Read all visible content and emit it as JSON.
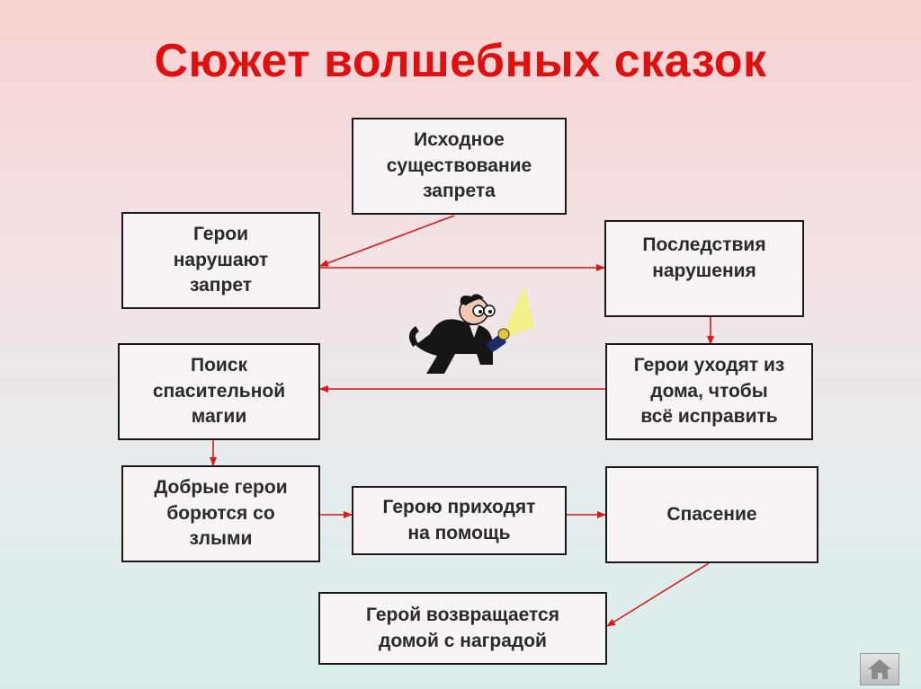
{
  "title": "Сюжет волшебных сказок",
  "boxes": {
    "initial_ban": "Исходное\nсуществование\nзапрета",
    "heroes_break_ban": "Герои\nнарушают\nзапрет",
    "consequences": "Последствия\nнарушения",
    "search_magic": "Поиск\nспасительной\nмагии",
    "heroes_leave_home": "Герои уходят из\nдома, чтобы\nвсё исправить",
    "good_vs_evil": "Добрые герои\nборются со\nзлыми",
    "help_comes": "Герою приходят\nна помощь",
    "rescue": "Спасение",
    "hero_returns": "Герой возвращается\nдомой с наградой"
  },
  "colors": {
    "title": "#e11010",
    "arrow": "#d81818",
    "box_border": "#1a1a1a"
  },
  "icons": {
    "character": "detective-with-flashlight-icon",
    "home_button": "home-icon"
  }
}
